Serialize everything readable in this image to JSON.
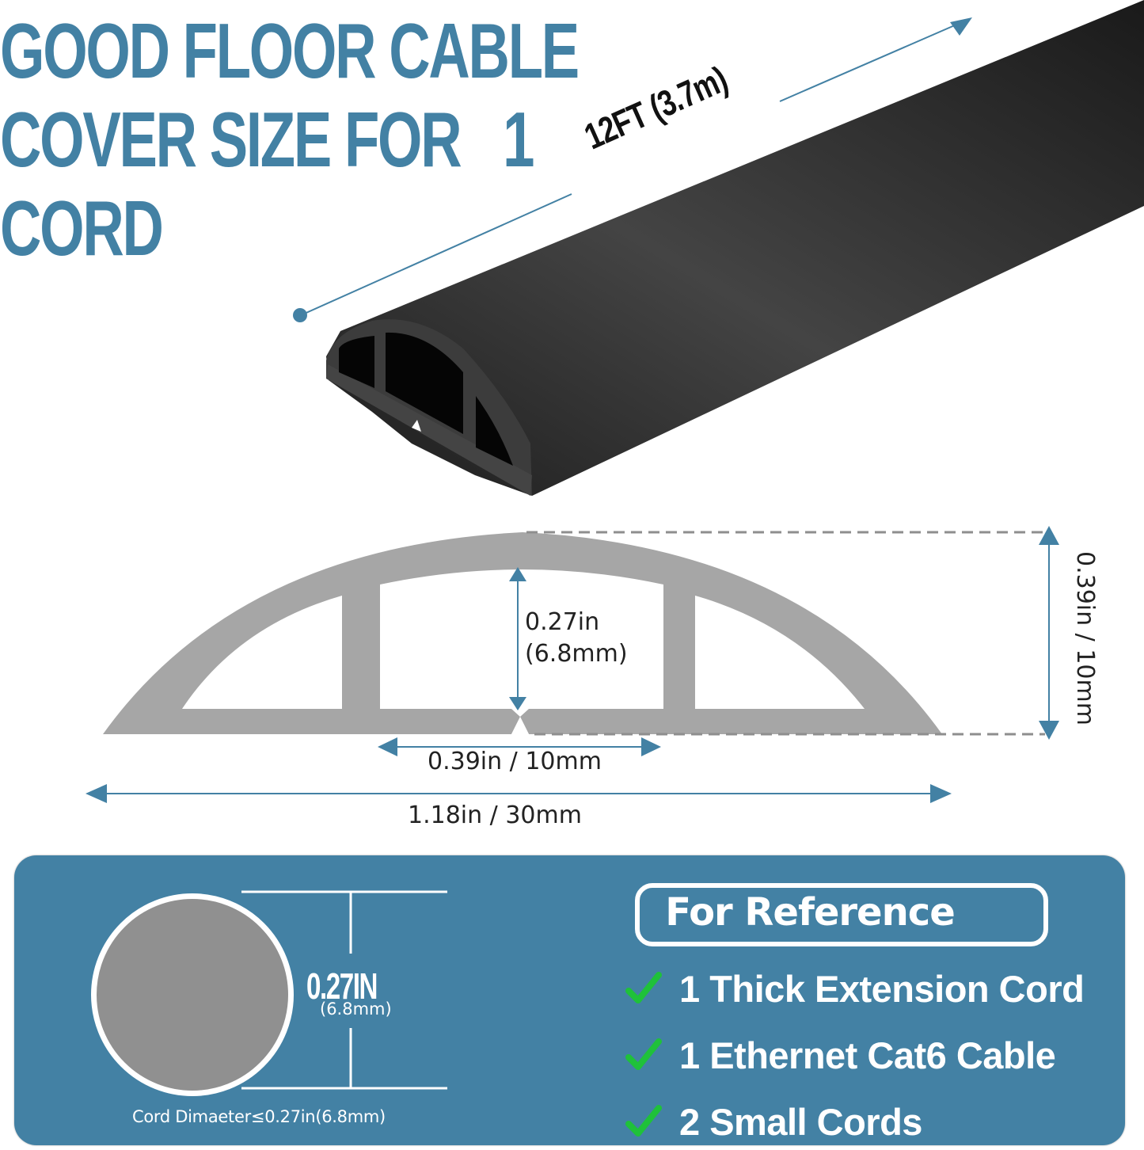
{
  "headline": {
    "lines": [
      "GOOD FLOOR CABLE",
      "COVER SIZE FOR   1",
      "CORD"
    ],
    "color": "#4381a4"
  },
  "product": {
    "length_label": "12FT (3.7m)",
    "color": "#2b2b2b",
    "accent": "#4381a4"
  },
  "cross_section": {
    "inner_height_in": "0.27in",
    "inner_height_mm": "(6.8mm)",
    "center_channel_width": "0.39in / 10mm",
    "total_width": "1.18in / 30mm",
    "total_height": "0.39in / 10mm",
    "fill_color": "#a6a6a6",
    "arrow_color": "#4381a4"
  },
  "panel": {
    "background": "#4381a4",
    "cord": {
      "diameter_big": "0.27IN",
      "diameter_small": "(6.8mm)",
      "caption": "Cord Dimaeter≤0.27in(6.8mm)"
    },
    "reference": {
      "title": "For Reference",
      "items": [
        {
          "label": "1 Thick Extension Cord",
          "icon": "check-icon"
        },
        {
          "label": "1 Ethernet Cat6 Cable",
          "icon": "check-icon"
        },
        {
          "label": "2 Small Cords",
          "icon": "check-icon"
        }
      ],
      "check_color": "#1fc13a"
    }
  }
}
